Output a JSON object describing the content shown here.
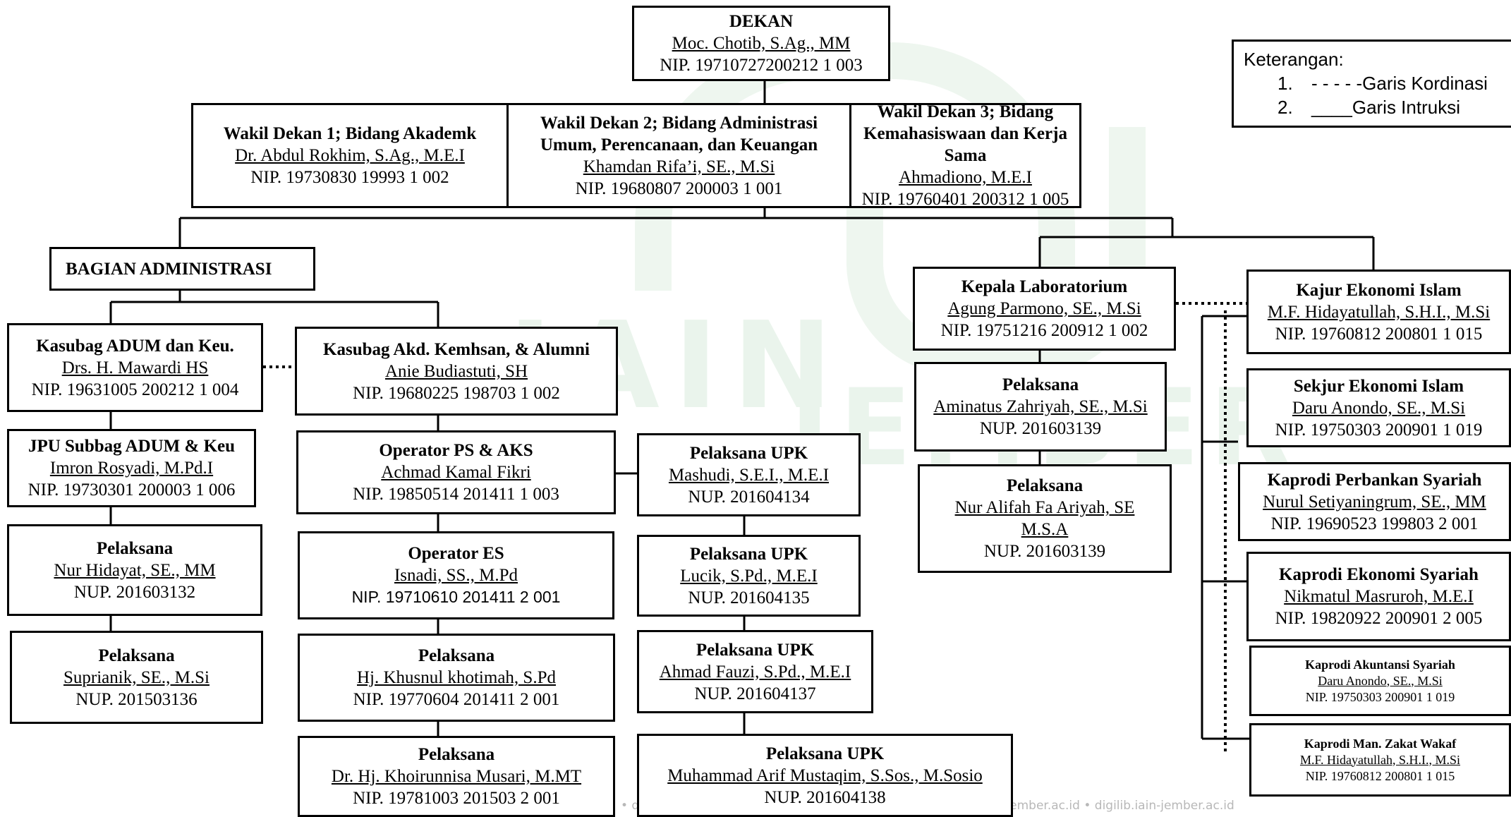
{
  "watermark": {
    "text1": "IAIN",
    "text2": "JEMBER"
  },
  "legend": {
    "title": "Keterangan:",
    "items": [
      {
        "num": "1.",
        "text": "- - - - -Garis Kordinasi"
      },
      {
        "num": "2.",
        "text": "____Garis Intruksi"
      }
    ]
  },
  "dekan": {
    "title": "DEKAN",
    "name": "Moc. Chotib, S.Ag., MM",
    "id": "NIP. 19710727200212 1 003"
  },
  "wakil": [
    {
      "title": "Wakil Dekan 1; Bidang Akademk",
      "name": "Dr. Abdul Rokhim, S.Ag., M.E.I",
      "id": "NIP. 19730830 19993 1 002"
    },
    {
      "title": "Wakil Dekan 2; Bidang Administrasi Umum, Perencanaan, dan Keuangan",
      "name": "Khamdan Rifa’i, SE., M.Si",
      "id": "NIP. 19680807 200003 1 001"
    },
    {
      "title": "Wakil Dekan 3; Bidang Kemahasiswaan dan Kerja Sama",
      "name": "Ahmadiono, M.E.I",
      "id": "NIP. 19760401 200312 1 005"
    }
  ],
  "bagian_admin": {
    "title": "BAGIAN ADMINISTRASI"
  },
  "left_col": [
    {
      "title": "Kasubag ADUM dan Keu.",
      "name": "Drs. H. Mawardi HS",
      "id": "NIP. 19631005 200212 1 004"
    },
    {
      "title": "JPU Subbag ADUM & Keu",
      "name": "Imron Rosyadi, M.Pd.I",
      "id": "NIP. 19730301 200003 1 006"
    },
    {
      "title": "Pelaksana",
      "name": "Nur Hidayat, SE., MM",
      "id": "NUP. 201603132"
    },
    {
      "title": "Pelaksana",
      "name": "Suprianik, SE., M.Si",
      "id": "NUP. 201503136"
    }
  ],
  "mid_col": [
    {
      "title": "Kasubag Akd. Kemhsan, & Alumni",
      "name": "Anie Budiastuti, SH",
      "id": "NIP. 19680225 198703 1 002"
    },
    {
      "title": "Operator PS & AKS",
      "name": "Achmad Kamal Fikri",
      "id": "NIP. 19850514 201411 1 003"
    },
    {
      "title": "Operator ES",
      "name": "Isnadi, SS., M.Pd",
      "id": "NIP. 19710610 201411 2 001"
    },
    {
      "title": "Pelaksana",
      "name": "Hj. Khusnul khotimah, S.Pd",
      "id": "NIP. 19770604 201411 2 001"
    },
    {
      "title": "Pelaksana",
      "name": "Dr. Hj. Khoirunnisa Musari, M.MT",
      "id": "NIP. 19781003 201503 2 001"
    }
  ],
  "upk_col": [
    {
      "title": "Pelaksana UPK",
      "name": "Mashudi, S.E.I., M.E.I",
      "id": "NUP. 201604134"
    },
    {
      "title": "Pelaksana UPK",
      "name": "Lucik, S.Pd., M.E.I",
      "id": "NUP. 201604135"
    },
    {
      "title": "Pelaksana UPK",
      "name": "Ahmad Fauzi, S.Pd., M.E.I",
      "id": "NUP. 201604137"
    },
    {
      "title": "Pelaksana UPK",
      "name": "Muhammad Arif Mustaqim, S.Sos., M.Sosio",
      "id": "NUP. 201604138"
    }
  ],
  "lab_col": [
    {
      "title": "Kepala Laboratorium",
      "name": "Agung Parmono, SE., M.Si",
      "id": "NIP. 19751216 200912 1 002"
    },
    {
      "title": "Pelaksana",
      "name": "Aminatus Zahriyah, SE., M.Si",
      "id": "NUP. 201603139"
    },
    {
      "title": "Pelaksana",
      "name": "Nur Alifah Fa Ariyah, SE",
      "name2": "M.S.A",
      "id": "NUP. 201603139"
    }
  ],
  "kajur_col": [
    {
      "title": "Kajur Ekonomi Islam",
      "name": "M.F. Hidayatullah, S.H.I., M.Si",
      "id": "NIP. 19760812 200801 1 015"
    },
    {
      "title": "Sekjur Ekonomi Islam",
      "name": "Daru Anondo, SE., M.Si",
      "id": "NIP. 19750303 200901 1 019"
    },
    {
      "title": "Kaprodi Perbankan Syariah",
      "name": "Nurul Setiyaningrum, SE., MM",
      "id": "NIP. 19690523 199803 2 001"
    },
    {
      "title": "Kaprodi Ekonomi Syariah",
      "name": "Nikmatul Masruroh, M.E.I",
      "id": "NIP. 19820922 200901 2 005"
    },
    {
      "title": "Kaprodi  Akuntansi Syariah",
      "name": "Daru Anondo, SE., M.Si",
      "id": "NIP. 19750303 200901 1 019"
    },
    {
      "title": "Kaprodi  Man. Zakat Wakaf",
      "name": "M.F. Hidayatullah, S.H.I., M.Si",
      "id": "NIP. 19760812 200801 1 015"
    }
  ],
  "footer": {
    "text": "•   digilib.iain-jember.ac.id   •   digilib.iain-jember.ac.id   •   digilib.iain-jember.ac.id   •   digilib.iain-jember.ac.id"
  }
}
